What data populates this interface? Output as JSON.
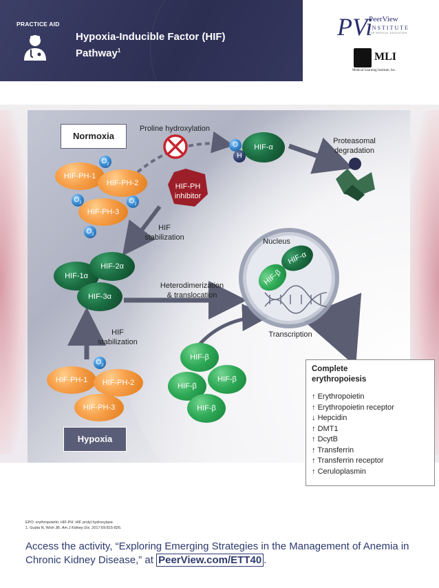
{
  "header": {
    "practice_label": "PRACTICE AID",
    "title_line1": "Hypoxia-Inducible Factor (HIF)",
    "title_line2": "Pathway",
    "title_sup": "1"
  },
  "logos": {
    "peerview_mark": "PVi",
    "peerview_name": "PeerView",
    "peerview_institute": "INSTITUTE",
    "peerview_sub": "FOR MEDICAL EDUCATION",
    "mli_name": "MLI",
    "mli_sub": "Medical Learning Institute, Inc."
  },
  "diagram": {
    "normoxia_label": "Normoxia",
    "hypoxia_label": "Hypoxia",
    "proline_hydroxylation": "Proline hydroxylation",
    "proteasomal_line1": "Proteasomal",
    "proteasomal_line2": "degradation",
    "hif_ph_inhibitor_line1": "HIF-PH",
    "hif_ph_inhibitor_line2": "inhibitor",
    "hif_stabilization_top_line1": "HIF",
    "hif_stabilization_top_line2": "stabilization",
    "hif_stabilization_bottom_line1": "HIF",
    "hif_stabilization_bottom_line2": "stabilization",
    "nucleus": "Nucleus",
    "heterodimerization_line1": "Heterodimerization",
    "heterodimerization_line2": "& translocation",
    "transcription": "Transcription",
    "hif_alpha": "HIF-α",
    "oh_o": "O",
    "oh_h": "H",
    "o2": "O",
    "o2_sub": "2",
    "normoxia_ph": [
      "HIF-PH-1",
      "HIF-PH-2",
      "HIF-PH-3"
    ],
    "hypoxia_ph": [
      "HIF-PH-1",
      "HIF-PH-2",
      "HIF-PH-3"
    ],
    "hif_alphas": [
      "HIF-1α",
      "HIF-2α",
      "HIF-3α"
    ],
    "hif_betas": [
      "HIF-β",
      "HIF-β",
      "HIF-β",
      "HIF-β"
    ],
    "nucleus_alpha": "HIF-α",
    "nucleus_beta": "HIF-β"
  },
  "erythropoiesis": {
    "heading_line1": "Complete",
    "heading_line2": "erythropoiesis",
    "items": [
      {
        "arrow": "↑",
        "label": "Erythropoietin"
      },
      {
        "arrow": "↑",
        "label": "Erythropoietin receptor"
      },
      {
        "arrow": "↓",
        "label": "Hepcidin"
      },
      {
        "arrow": "↑",
        "label": "DMT1"
      },
      {
        "arrow": "↑",
        "label": "DcytB"
      },
      {
        "arrow": "↑",
        "label": "Transferrin"
      },
      {
        "arrow": "↑",
        "label": "Transferrin receptor"
      },
      {
        "arrow": "↑",
        "label": "Ceruloplasmin"
      }
    ]
  },
  "footer": {
    "abbreviations": "EPO: erythropoietin; HIF-PH: HIF prolyl hydroxylase.",
    "reference_main": "1. Gupta N, Wish JB.",
    "reference_journal": "Am J Kidney Dis.",
    "reference_tail": "2017;69:815-826.",
    "access_text": "Access the activity, “Exploring Emerging Strategies in the Management of Anemia in Chronic Kidney Disease,” at",
    "access_link": "PeerView.com/ETT40",
    "access_end": "."
  },
  "colors": {
    "header_bg": "#2c2e52",
    "accent_navy": "#2d3a6e",
    "orange": "#f7a04a",
    "dark_green": "#1b6d42",
    "light_green": "#2faa57",
    "inhibitor_red": "#a3202a"
  },
  "icons": [
    "doctor-icon",
    "proteasome-icon",
    "no-symbol-icon",
    "dna-icon"
  ]
}
